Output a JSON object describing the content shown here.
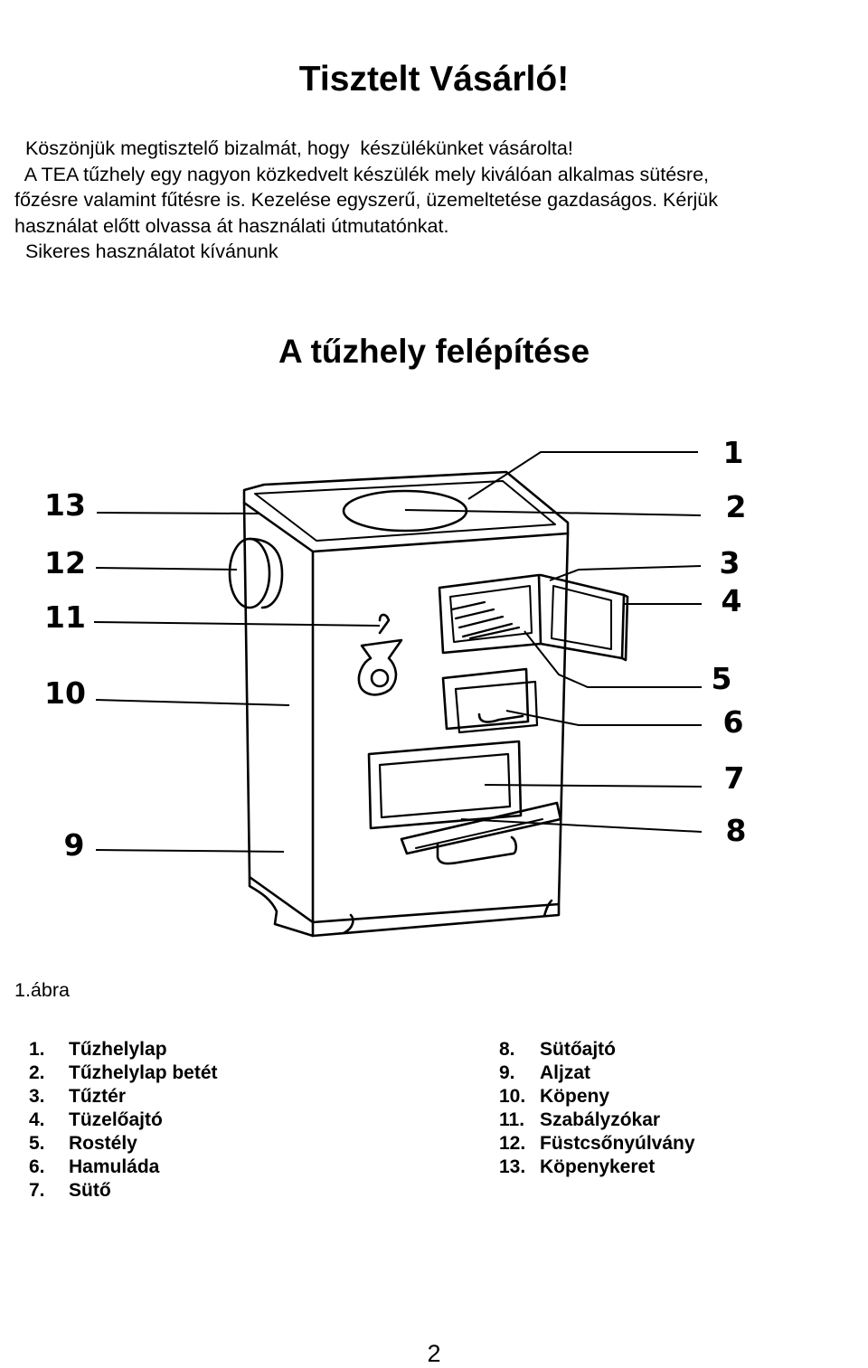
{
  "title": "Tisztelt Vásárló!",
  "intro": [
    "  Köszönjük megtisztelő bizalmát, hogy  készülékünket vásárolta!",
    "  A TEA tűzhely egy nagyon közkedvelt készülék mely kiválóan alkalmas sütésre,",
    "főzésre valamint fűtésre is. Kezelése egyszerű, üzemeltetése gazdaságos. Kérjük",
    "használat előtt olvassa át használati útmutatónkat.",
    "  Sikeres használatot kívánunk"
  ],
  "subtitle": "A tűzhely felépítése",
  "figure": {
    "callouts_right": [
      "1",
      "2",
      "3",
      "4",
      "5",
      "6",
      "7",
      "8"
    ],
    "callouts_left": [
      "13",
      "12",
      "11",
      "10",
      "9"
    ]
  },
  "figure_caption": "1.ábra",
  "legend_left": [
    {
      "num": "1.",
      "label": "Tűzhelylap"
    },
    {
      "num": "2.",
      "label": "Tűzhelylap betét"
    },
    {
      "num": "3.",
      "label": "Tűztér"
    },
    {
      "num": "4.",
      "label": "Tüzelőajtó"
    },
    {
      "num": "5.",
      "label": "Rostély"
    },
    {
      "num": "6.",
      "label": "Hamuláda"
    },
    {
      "num": "7.",
      "label": "Sütő"
    }
  ],
  "legend_right": [
    {
      "num": "8.",
      "label": "Sütőajtó"
    },
    {
      "num": "9.",
      "label": "Aljzat"
    },
    {
      "num": "10.",
      "label": "Köpeny"
    },
    {
      "num": "11.",
      "label": "Szabályzókar"
    },
    {
      "num": "12.",
      "label": "Füstcsőnyúlvány"
    },
    {
      "num": "13.",
      "label": "Köpenykeret"
    }
  ],
  "page_number": "2"
}
